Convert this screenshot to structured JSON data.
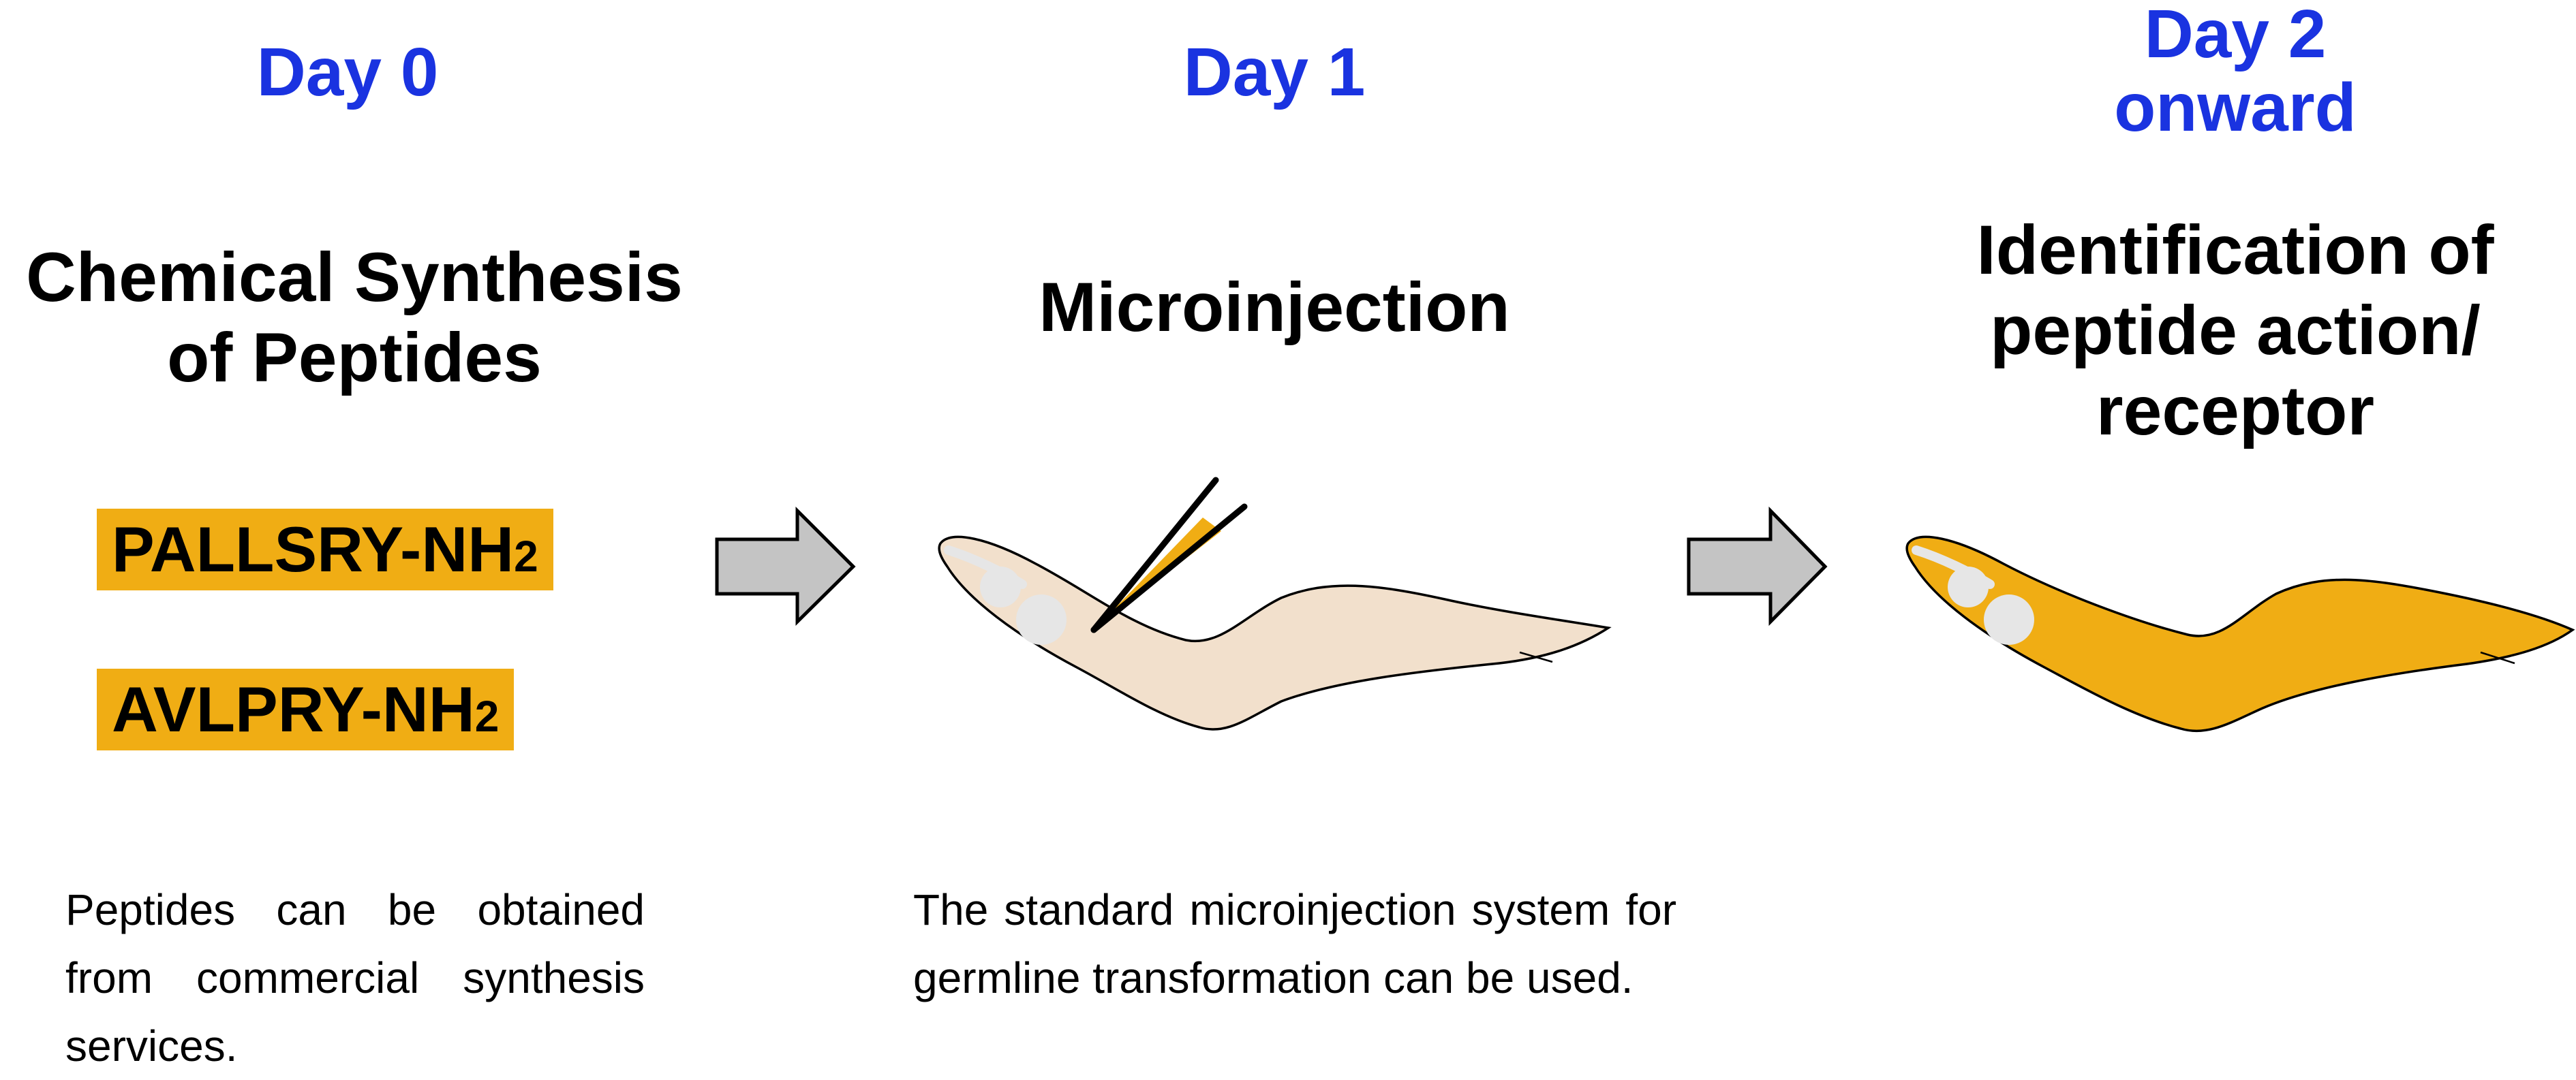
{
  "colors": {
    "day_label": "#1a33e0",
    "peptide_highlight": "#f0ad14",
    "worm_uninjected": "#f2e0cc",
    "worm_injected": "#f0ad14",
    "arrow_fill": "#c4c4c4",
    "gonad": "#e6e6e6"
  },
  "stages": [
    {
      "day": "Day 0",
      "title": "Chemical Synthesis of Peptides",
      "peptides": [
        {
          "name": "PALLSRY-NH",
          "subscript": "2"
        },
        {
          "name": "AVLPRY-NH",
          "subscript": "2"
        }
      ],
      "note": "Peptides can be obtained from commercial synthesis services."
    },
    {
      "day": "Day 1",
      "title": "Microinjection",
      "icon": "microinjection-worm-icon",
      "note": "The standard microinjection system for germline transformation can be used."
    },
    {
      "day": "Day 2 onward",
      "title": "Identification of peptide action/ receptor",
      "icon": "injected-worm-icon"
    }
  ],
  "arrows": [
    "right-arrow-icon",
    "right-arrow-icon"
  ]
}
